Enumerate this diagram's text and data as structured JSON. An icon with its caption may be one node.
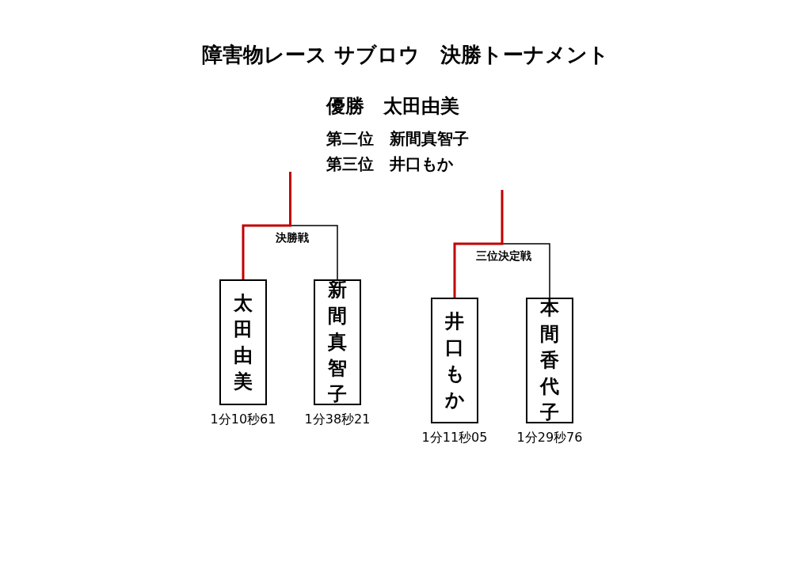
{
  "diagram": {
    "title": "障害物レース サブロウ　決勝トーナメント",
    "nodes": [
      {
        "text": [
          "太田由美"
        ],
        "beside": [
          "1分10秒61"
        ]
      },
      {
        "text": [
          "新間真智子"
        ],
        "beside": [
          "1分38秒21"
        ]
      },
      {
        "text": [
          "井口もか"
        ],
        "beside": [
          "1分11秒05"
        ]
      },
      {
        "text": [
          "本間香代子"
        ],
        "beside": [
          "1分29秒76"
        ]
      }
    ],
    "edges": [
      {
        "from": 0,
        "to": 1,
        "arrow": "none",
        "label": "決勝戦"
      },
      {
        "from": 0,
        "to": null,
        "arrow": "none",
        "color": "#c00000"
      },
      {
        "from": 2,
        "to": 3,
        "arrow": "none",
        "label": "三位決定戦"
      },
      {
        "from": 2,
        "to": null,
        "arrow": "none",
        "color": "#c00000"
      }
    ],
    "labels": [
      "優勝　太田由美",
      "第二位　新間真智子",
      "第三位　井口もか"
    ]
  }
}
